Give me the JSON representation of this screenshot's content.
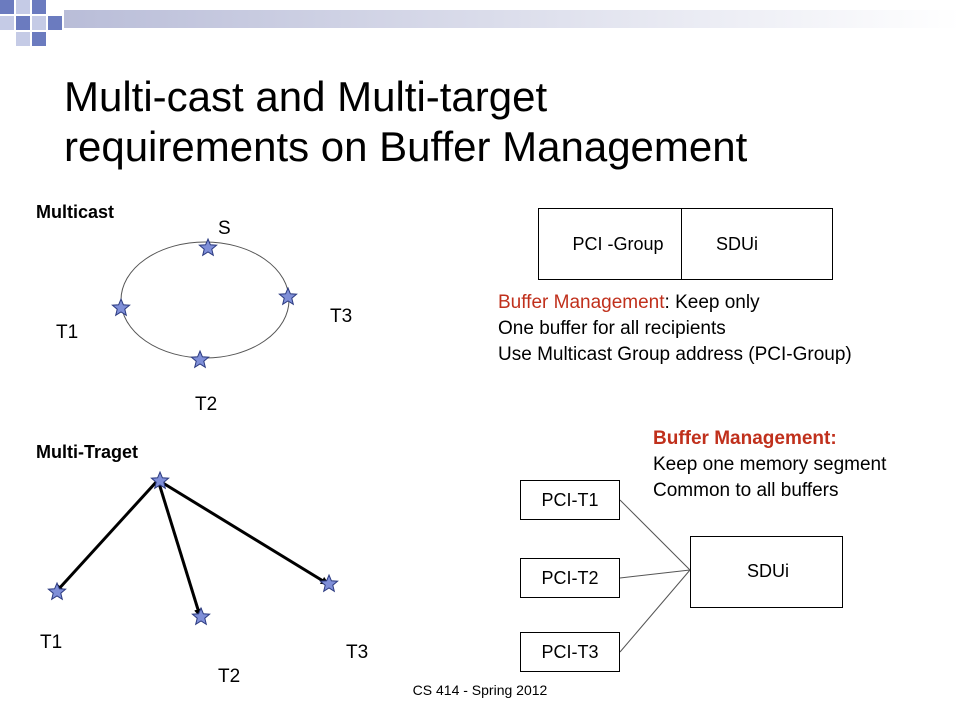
{
  "title_line1": "Multi-cast and Multi-target",
  "title_line2": "requirements on Buffer Management",
  "multicast": {
    "heading": "Multicast",
    "s": "S",
    "t1": "T1",
    "t2": "T2",
    "t3": "T3"
  },
  "multitarget": {
    "heading": "Multi-Traget",
    "t1": "T1",
    "t2": "T2",
    "t3": "T3"
  },
  "pdu": {
    "pci": "PCI -Group",
    "sdu": "SDUi"
  },
  "buffer1": {
    "label": "Buffer Management",
    "rest": ": Keep only",
    "line2": "One buffer  for all recipients",
    "line3": "Use Multicast Group address (PCI-Group)"
  },
  "buffer2": {
    "line1": "Buffer Management:",
    "line2": "Keep one memory segment",
    "line3": "Common to all buffers"
  },
  "boxes": {
    "pci_t1": "PCI-T1",
    "pci_t2": "PCI-T2",
    "pci_t3": "PCI-T3",
    "sdu": "SDUi"
  },
  "footer": "CS 414 - Spring 2012",
  "colors": {
    "header_square_dark": "#6b7bbf",
    "header_square_light": "#c5cbe6",
    "header_bar": "#d6d6e6",
    "star_fill": "#7f8fd8",
    "red_text": "#c0301c"
  }
}
